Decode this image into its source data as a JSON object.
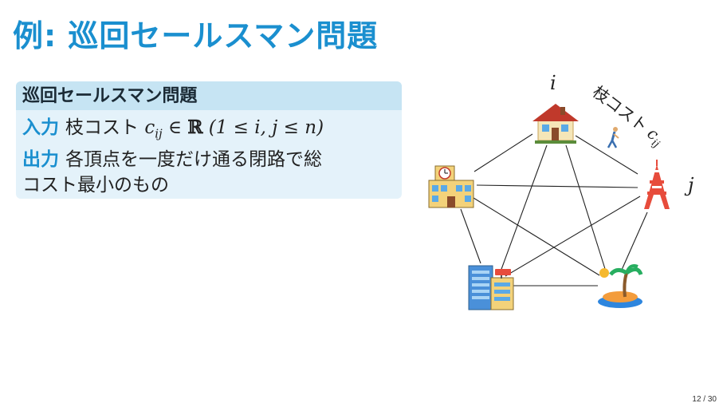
{
  "slide": {
    "title": "例: 巡回セールスマン問題",
    "page_number": "12 / 30"
  },
  "definition_box": {
    "header": "巡回セールスマン問題",
    "input_label": "入力",
    "input_text": "枝コスト",
    "input_math": "c",
    "input_math_sub": "ij",
    "input_math_rest": " ∈ ",
    "input_reals": "ℝ",
    "input_math_range": " (1 ≤ i, j ≤ n)",
    "output_label": "出力",
    "output_text_line1": "各頂点を一度だけ通る閉路で総",
    "output_text_line2": "コスト最小のもの"
  },
  "figure": {
    "label_i": "i",
    "label_j": "j",
    "edge_cost_text": "枝コスト",
    "edge_cost_math": "c",
    "edge_cost_sub": "ij",
    "nodes": [
      "house-icon",
      "tower-icon",
      "island-icon",
      "office-buildings-icon",
      "school-icon"
    ]
  }
}
